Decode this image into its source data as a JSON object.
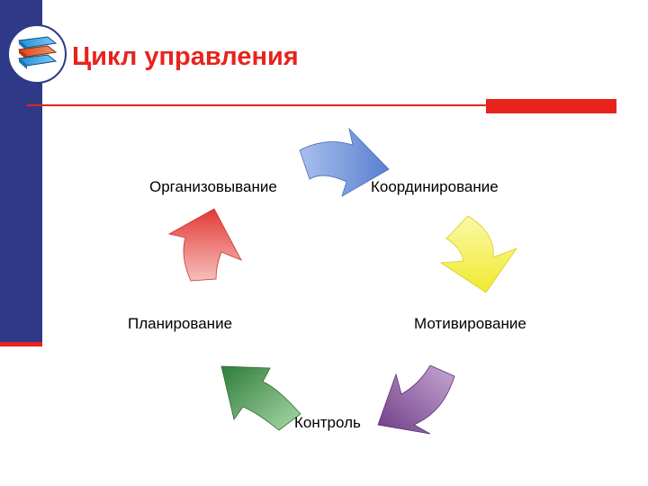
{
  "title": "Цикл управления",
  "colors": {
    "bar": "#2e3a87",
    "accent": "#e8231e"
  },
  "logo_icon": "stacked-books-icon",
  "cycle": {
    "stages": [
      "Организовывание",
      "Координирование",
      "Мотивирование",
      "Контроль",
      "Планирование"
    ],
    "arrow_colors": [
      "#6f8fd6",
      "#f2ee3e",
      "#7e4c8f",
      "#3d8f4c",
      "#e0443f"
    ]
  }
}
